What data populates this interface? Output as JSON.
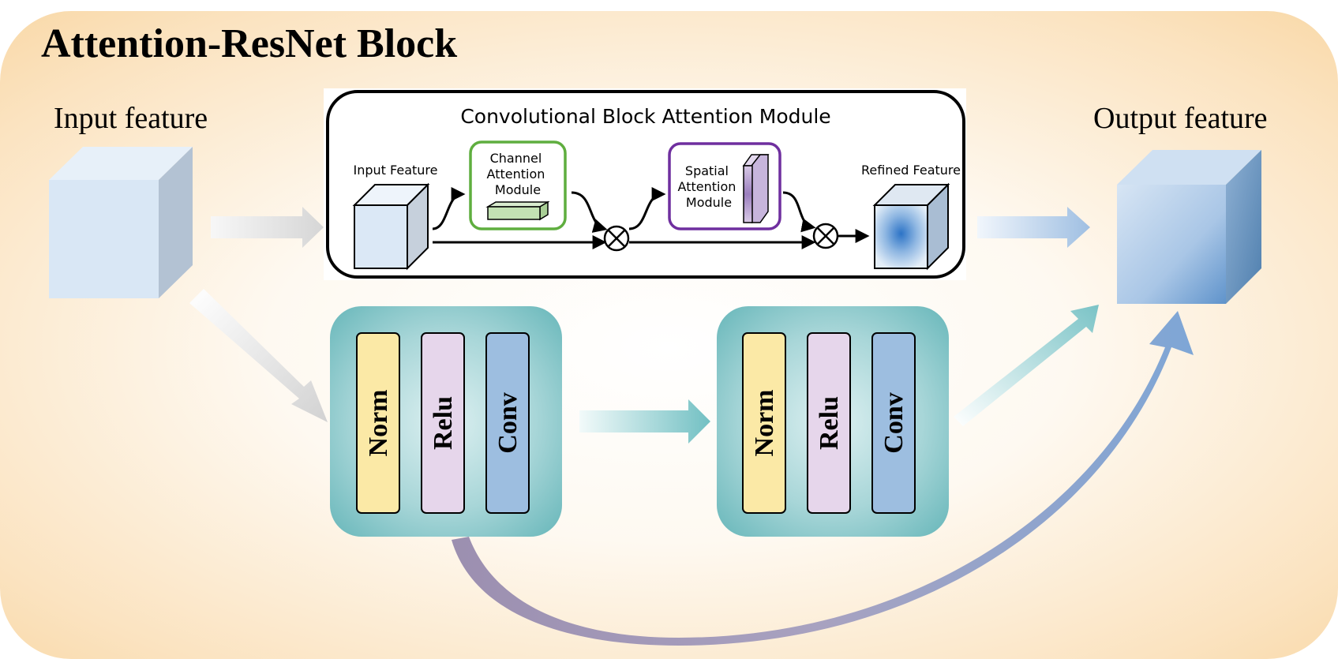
{
  "title": "Attention-ResNet Block",
  "input_label": "Input feature",
  "output_label": "Output feature",
  "cbam": {
    "title": "Convolutional Block Attention Module",
    "input_feature": "Input Feature",
    "channel_module": [
      "Channel",
      "Attention",
      "Module"
    ],
    "spatial_module": [
      "Spatial",
      "Attention",
      "Module"
    ],
    "refined_feature": "Refined Feature",
    "multiply_symbol": "⊗"
  },
  "res_blocks": [
    {
      "layers": [
        "Norm",
        "Relu",
        "Conv"
      ]
    },
    {
      "layers": [
        "Norm",
        "Relu",
        "Conv"
      ]
    }
  ],
  "colors": {
    "background_orange": "#f9d9a8",
    "channel_border": "#5fae3f",
    "spatial_border": "#6f2f9f",
    "norm_fill": "#fbe9a6",
    "relu_fill": "#e6d6eb",
    "conv_fill": "#9dbee0",
    "block_teal": "#6ab8bc",
    "curve_purple": "#9c8fb0"
  }
}
